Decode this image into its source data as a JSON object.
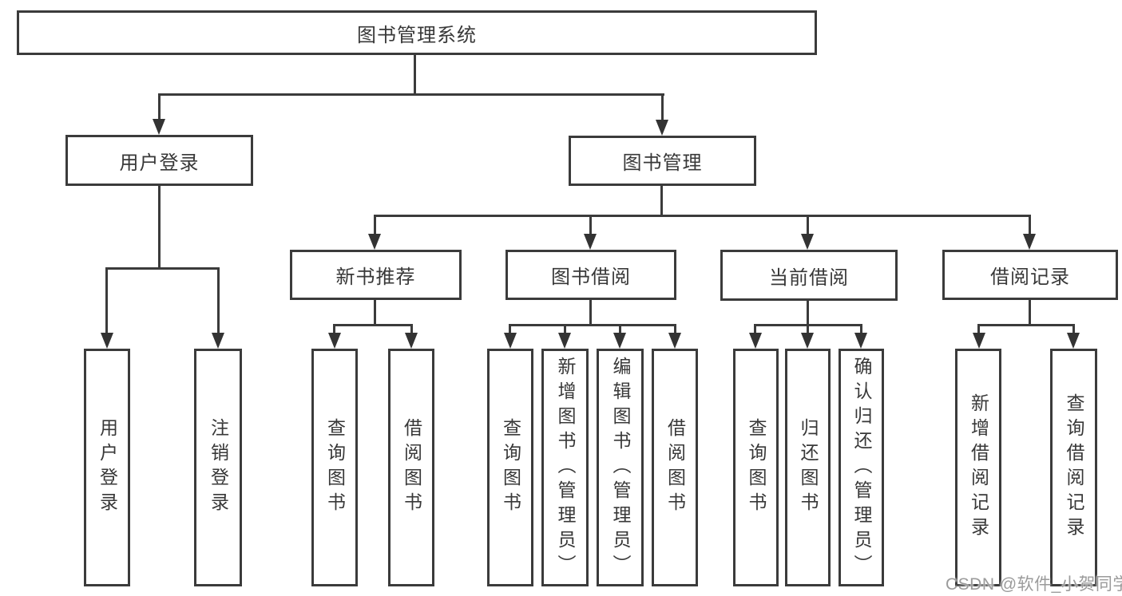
{
  "diagram": {
    "root": {
      "label": "图书管理系统"
    },
    "level2": [
      {
        "label": "用户登录"
      },
      {
        "label": "图书管理"
      }
    ],
    "level3": [
      {
        "label": "新书推荐"
      },
      {
        "label": "图书借阅"
      },
      {
        "label": "当前借阅"
      },
      {
        "label": "借阅记录"
      }
    ],
    "leaves": [
      {
        "label": "用户登录"
      },
      {
        "label": "注销登录"
      },
      {
        "label": "查询图书"
      },
      {
        "label": "借阅图书"
      },
      {
        "label": "查询图书"
      },
      {
        "label": "新增图书（管理员）"
      },
      {
        "label": "编辑图书（管理员）"
      },
      {
        "label": "借阅图书"
      },
      {
        "label": "查询图书"
      },
      {
        "label": "归还图书"
      },
      {
        "label": "确认归还（管理员）"
      },
      {
        "label": "新增借阅记录"
      },
      {
        "label": "查询借阅记录"
      }
    ]
  },
  "watermark": {
    "text": "CSDN @软件_小贺同学"
  },
  "colors": {
    "line": "#3b3b3b",
    "arrow": "#333333",
    "text": "#383838",
    "background": "#ffffff",
    "watermark": "#9b9b9b"
  }
}
